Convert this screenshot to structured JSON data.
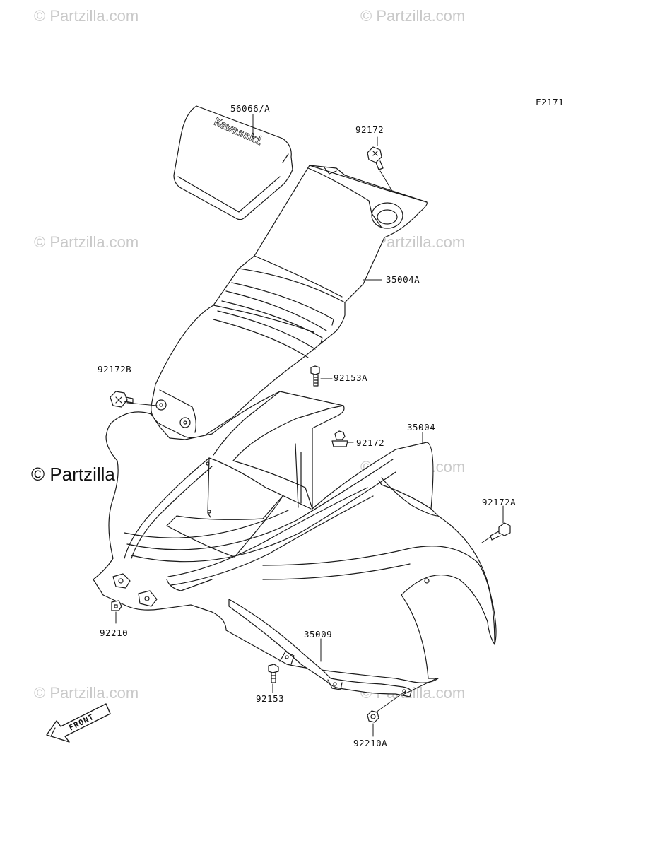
{
  "figure_code": "F2171",
  "watermark": {
    "text": "© Partzilla.com",
    "color": "#c9c9c9"
  },
  "watermark_main": {
    "text": "© Partzilla.com"
  },
  "brand_decal_text": "Kawasaki",
  "front_arrow_text": "FRONT",
  "callouts": [
    {
      "id": "56066A",
      "label": "56066/A"
    },
    {
      "id": "92172_top",
      "label": "92172"
    },
    {
      "id": "35004A",
      "label": "35004A"
    },
    {
      "id": "92172B",
      "label": "92172B"
    },
    {
      "id": "92153A",
      "label": "92153A"
    },
    {
      "id": "35004",
      "label": "35004"
    },
    {
      "id": "92172_mid",
      "label": "92172"
    },
    {
      "id": "92172A",
      "label": "92172A"
    },
    {
      "id": "92210",
      "label": "92210"
    },
    {
      "id": "35009",
      "label": "35009"
    },
    {
      "id": "92153",
      "label": "92153"
    },
    {
      "id": "92210A",
      "label": "92210A"
    }
  ]
}
